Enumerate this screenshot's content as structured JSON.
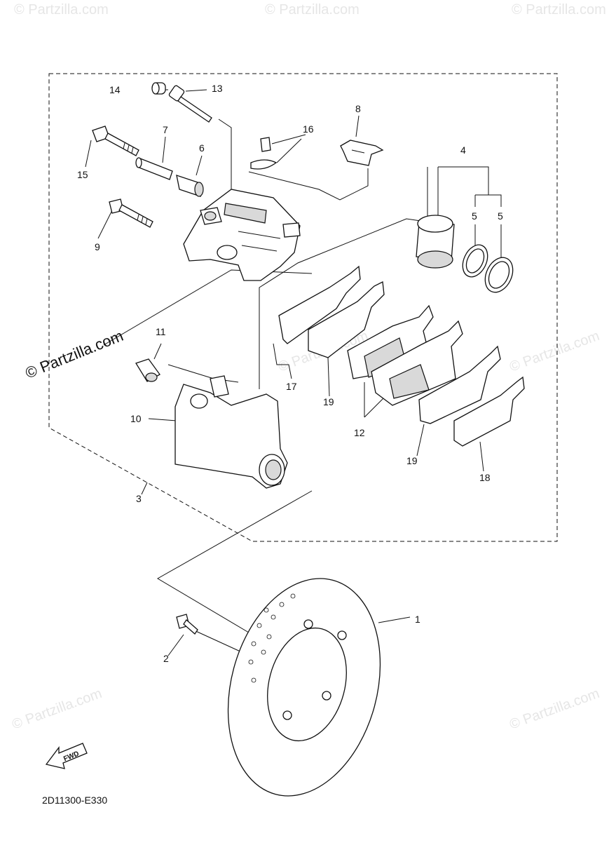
{
  "callouts": {
    "n1": "1",
    "n2": "2",
    "n3": "3",
    "n4": "4",
    "n5a": "5",
    "n5b": "5",
    "n6": "6",
    "n7": "7",
    "n8": "8",
    "n9": "9",
    "n10": "10",
    "n11": "11",
    "n12": "12",
    "n13": "13",
    "n14": "14",
    "n15": "15",
    "n16": "16",
    "n17": "17",
    "n18": "18",
    "n19a": "19",
    "n19b": "19"
  },
  "watermark": {
    "text": "© Partzilla.com",
    "brand_text": "© Partzilla.com"
  },
  "diagram_code": "2D11300-E330",
  "fwd_label": "FWD"
}
